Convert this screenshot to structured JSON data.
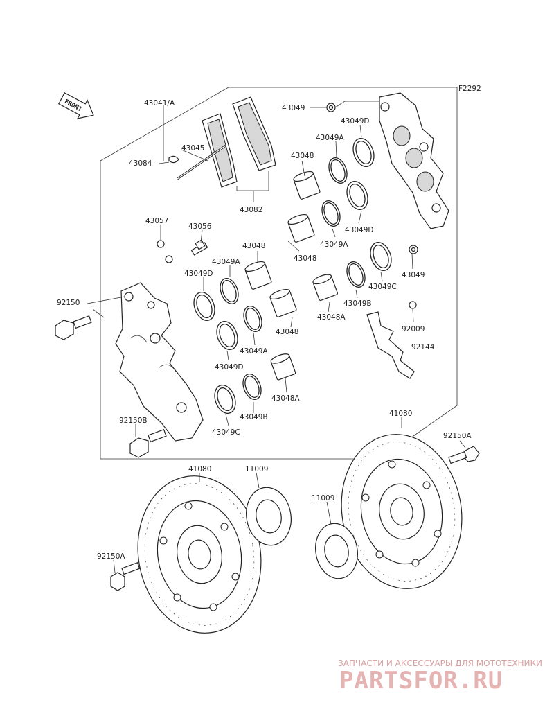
{
  "diagram_code": "F2292",
  "front_label": "FRONT",
  "callouts": [
    {
      "id": "c_43041A",
      "text": "43041/A"
    },
    {
      "id": "c_43049_top",
      "text": "43049"
    },
    {
      "id": "c_43049D_top",
      "text": "43049D"
    },
    {
      "id": "c_43049A_top",
      "text": "43049A"
    },
    {
      "id": "c_43045",
      "text": "43045"
    },
    {
      "id": "c_43084",
      "text": "43084"
    },
    {
      "id": "c_43048_top",
      "text": "43048"
    },
    {
      "id": "c_43082",
      "text": "43082"
    },
    {
      "id": "c_43057",
      "text": "43057"
    },
    {
      "id": "c_43056",
      "text": "43056"
    },
    {
      "id": "c_43049D_r",
      "text": "43049D"
    },
    {
      "id": "c_43049A_m",
      "text": "43049A"
    },
    {
      "id": "c_43048_m",
      "text": "43048"
    },
    {
      "id": "c_43048_m2",
      "text": "43048"
    },
    {
      "id": "c_43049A_l",
      "text": "43049A"
    },
    {
      "id": "c_43049D_l",
      "text": "43049D"
    },
    {
      "id": "c_43049_r",
      "text": "43049"
    },
    {
      "id": "c_43049C_r",
      "text": "43049C"
    },
    {
      "id": "c_92150",
      "text": "92150"
    },
    {
      "id": "c_43049B_r",
      "text": "43049B"
    },
    {
      "id": "c_43048A_r",
      "text": "43048A"
    },
    {
      "id": "c_43048_l",
      "text": "43048"
    },
    {
      "id": "c_92009",
      "text": "92009"
    },
    {
      "id": "c_43049A_b",
      "text": "43049A"
    },
    {
      "id": "c_92144",
      "text": "92144"
    },
    {
      "id": "c_43049D_b",
      "text": "43049D"
    },
    {
      "id": "c_43048A_b",
      "text": "43048A"
    },
    {
      "id": "c_41080_r",
      "text": "41080"
    },
    {
      "id": "c_92150B",
      "text": "92150B"
    },
    {
      "id": "c_43049B_b",
      "text": "43049B"
    },
    {
      "id": "c_43049C_b",
      "text": "43049C"
    },
    {
      "id": "c_92150A_r",
      "text": "92150A"
    },
    {
      "id": "c_41080_l",
      "text": "41080"
    },
    {
      "id": "c_11009_l",
      "text": "11009"
    },
    {
      "id": "c_11009_r",
      "text": "11009"
    },
    {
      "id": "c_92150A_l",
      "text": "92150A"
    }
  ],
  "watermark": {
    "tagline": "ЗАПЧАСТИ И АКСЕССУАРЫ ДЛЯ МОТОТЕХНИКИ",
    "brand": "PARTSFOR.RU"
  }
}
